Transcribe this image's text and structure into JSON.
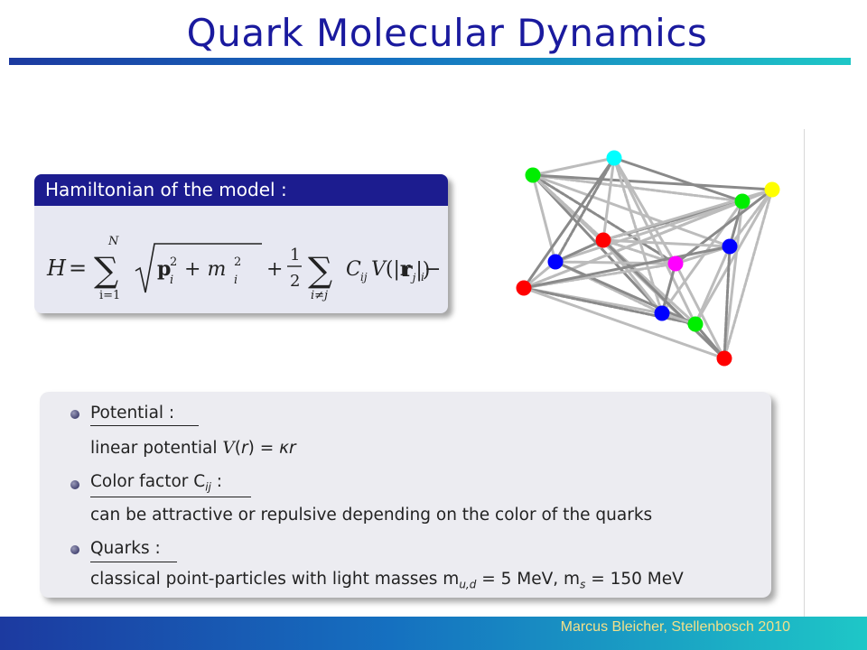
{
  "title": "Quark Molecular Dynamics",
  "hamiltonian": {
    "heading": "Hamiltonian of the model :",
    "equation": {
      "lhs": "H =",
      "sum_upper": "N",
      "sum_lower": "i=1",
      "root_content": "p",
      "half_num": "1",
      "half_den": "2",
      "sum2_lower": "i≠j",
      "tail": "C",
      "tail_sub": "ij",
      "tail_rest": "V(|r",
      "tail_end": "|)"
    }
  },
  "bullets": [
    {
      "heading": "Potential :",
      "body": "linear potential V(r) = κr"
    },
    {
      "heading": "Color factor C",
      "heading_sub": "ij",
      "heading_tail": " :",
      "body": "can be attractive or repulsive depending on the color of the quarks"
    },
    {
      "heading": "Quarks :",
      "body": "classical point-particles with light masses m",
      "body_sub": "u,d",
      "body_mid": " = 5 MeV, m",
      "body_sub2": "s",
      "body_end": " = 150 MeV"
    }
  ],
  "footer": "Marcus Bleicher, Stellenbosch 2010",
  "quarks": [
    {
      "color": "#00ee00"
    },
    {
      "color": "#00ffff"
    },
    {
      "color": "#00ee00"
    },
    {
      "color": "#ffff00"
    },
    {
      "color": "#ff0000"
    },
    {
      "color": "#0000ff"
    },
    {
      "color": "#ff00ff"
    },
    {
      "color": "#0000ff"
    },
    {
      "color": "#ff0000"
    },
    {
      "color": "#0000ff"
    },
    {
      "color": "#00ee00"
    },
    {
      "color": "#ff0000"
    }
  ]
}
